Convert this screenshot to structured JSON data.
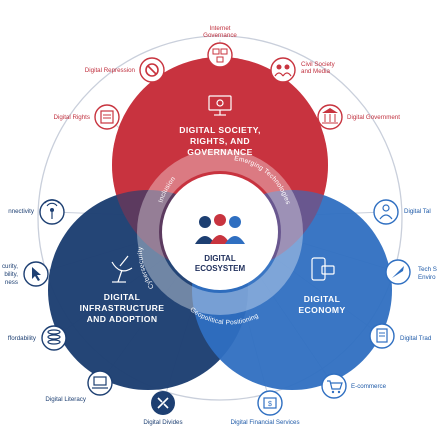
{
  "center": {
    "title_line1": "DIGITAL",
    "title_line2": "ECOSYSTEM"
  },
  "circles": {
    "society": {
      "line1": "DIGITAL SOCIETY,",
      "line2": "RIGHTS, AND",
      "line3": "GOVERNANCE",
      "color": "#c8343f"
    },
    "infrastructure": {
      "line1": "DIGITAL",
      "line2": "INFRASTRUCTURE",
      "line3": "AND ADOPTION",
      "color": "#1d3f72"
    },
    "economy": {
      "line1": "DIGITAL",
      "line2": "ECONOMY",
      "color": "#2f6fc1"
    }
  },
  "cross_cutting": {
    "inclusion": "Inclusion",
    "emerging_tech": "Emerging Technologies",
    "cybersecurity": "Cybersecurity",
    "geopolitical": "Geopolitical Positioning"
  },
  "outer_labels": {
    "internet_governance_1": "Internet",
    "internet_governance_2": "Governance",
    "civil_society_1": "Civil Society",
    "civil_society_2": "and Media",
    "digital_government": "Digital Government",
    "digital_talent": "Digital Tal",
    "tech_env_1": "Tech S",
    "tech_env_2": "Enviro",
    "digital_trade": "Digital Trad",
    "ecommerce": "E-commerce",
    "digital_financial_services": "Digital Financial Services",
    "digital_divides": "Digital Divides",
    "digital_literacy": "Digital Literacy",
    "affordability": "ffordability",
    "security_1": "curity,",
    "security_2": "bility,",
    "security_3": "ness",
    "connectivity": "nnectivity",
    "digital_rights": "Digital Rights",
    "digital_repression": "Digital Repression"
  },
  "colors": {
    "red": "#c8343f",
    "navy": "#1d3f72",
    "blue": "#2f6fc1",
    "ring_line": "#c9cfdb"
  },
  "icons": {
    "internet_governance": "network-screen-icon",
    "civil_society": "people-group-icon",
    "digital_government": "government-building-icon",
    "digital_talent": "person-icon",
    "tech_environment": "rocket-icon",
    "digital_trade": "trade-document-icon",
    "ecommerce": "shopping-cart-icon",
    "digital_financial_services": "finance-icon",
    "digital_divides": "divide-icon",
    "digital_literacy": "laptop-icon",
    "affordability": "coins-icon",
    "security": "cursor-icon",
    "connectivity": "signal-icon",
    "digital_rights": "rights-document-icon",
    "digital_repression": "prohibited-icon",
    "society": "monitor-icon",
    "infrastructure": "satellite-dish-icon",
    "economy": "mobile-money-icon",
    "ecosystem": "people-icon"
  }
}
